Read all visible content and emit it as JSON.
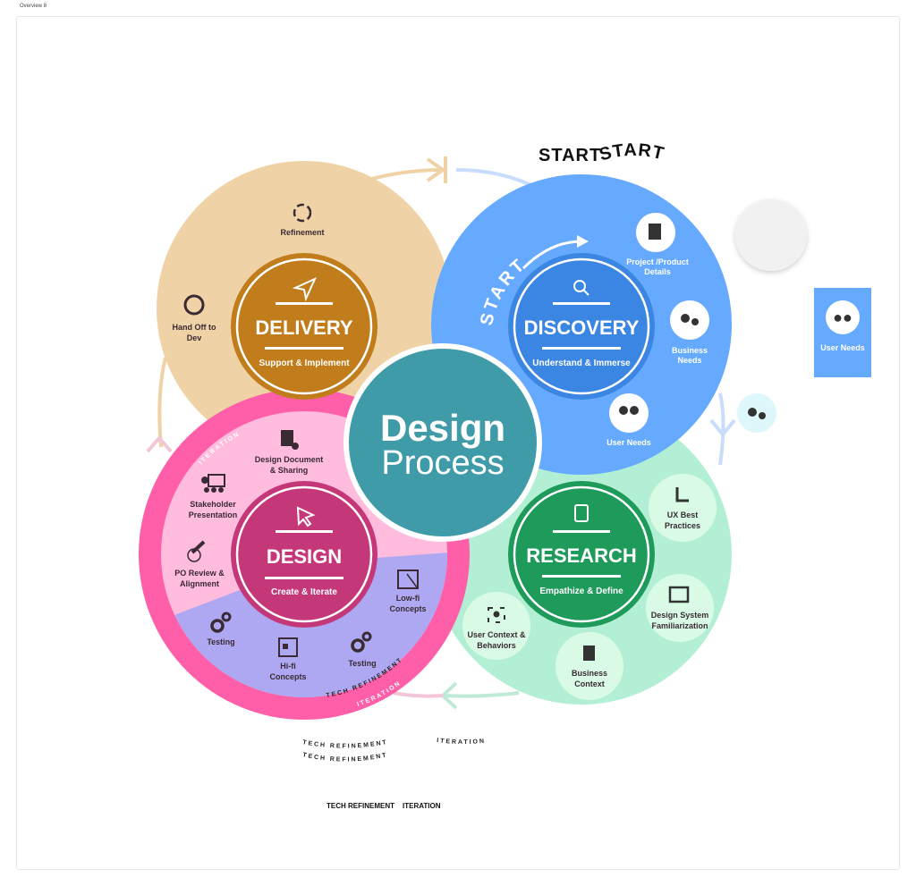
{
  "frame_label": "Overview 8",
  "start_labels": [
    "START",
    "START",
    "START"
  ],
  "center": {
    "line1": "Design",
    "line2": "Process"
  },
  "delivery": {
    "title": "DELIVERY",
    "subtitle": "Support & Implement",
    "items": [
      "Refinement",
      "Hand Off to",
      "Dev"
    ]
  },
  "discovery": {
    "title": "DISCOVERY",
    "subtitle": "Understand & Immerse",
    "items": [
      "Project /Product",
      "Details",
      "Business",
      "Needs",
      "User Needs"
    ]
  },
  "research": {
    "title": "RESEARCH",
    "subtitle": "Empathize & Define",
    "items": [
      "UX Best",
      "Practices",
      "Design System",
      "Familiarization",
      "Business",
      "Context",
      "User Context &",
      "Behaviors"
    ]
  },
  "design": {
    "title": "DESIGN",
    "subtitle": "Create & Iterate",
    "items": [
      "Design Document",
      "& Sharing",
      "Stakeholder",
      "Presentation",
      "PO Review &",
      "Alignment",
      "Testing",
      "Hi-fi",
      "Concepts",
      "Testing",
      "Low-fi",
      "Concepts"
    ]
  },
  "ring_labels": {
    "iteration": "ITERATION",
    "tech_refinement": "TECH REFINEMENT"
  },
  "loose_labels": [
    "TECH REFINEMENT",
    "TECH REFINEMENT",
    "ITERATION",
    "TECH REFINEMENT",
    "ITERATION"
  ],
  "side": {
    "user_needs": "User Needs"
  },
  "colors": {
    "delivery": "#C17D1C",
    "discovery": "#3B86E2",
    "research": "#1E9A5A",
    "design": "#C4387A",
    "center": "#3F9BA8"
  }
}
